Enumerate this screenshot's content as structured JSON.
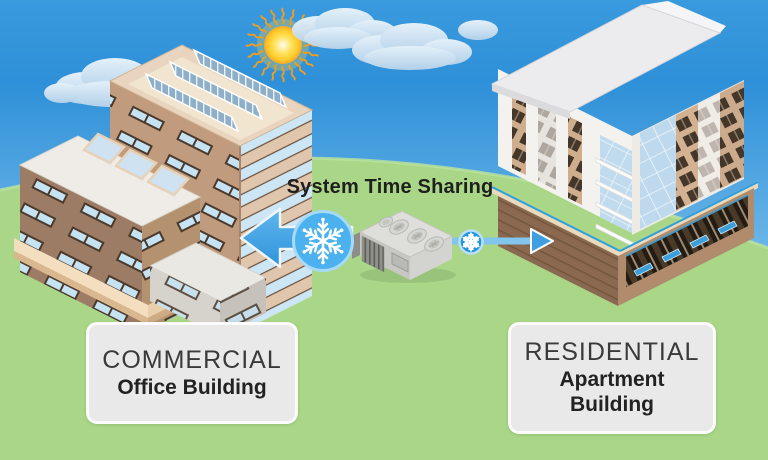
{
  "scene": {
    "title": "System Time Sharing",
    "labels": {
      "left": {
        "category": "COMMERCIAL",
        "building": "Office Building"
      },
      "right": {
        "category": "RESIDENTIAL",
        "building": "Apartment Building"
      }
    },
    "icons": {
      "sun": "sun-icon",
      "clouds": "cloud-icon",
      "snowflake_large": "snowflake-icon-large",
      "snowflake_small": "snowflake-icon-small",
      "chiller_unit": "chiller-unit-icon",
      "arrow_to_commercial": "arrow-left-icon",
      "arrow_to_residential": "arrow-right-icon",
      "solar_panels": "solar-panels-icon"
    },
    "colors": {
      "sky_top": "#2f93da",
      "sky_horizon": "#d6ecf9",
      "grass": "#a9d787",
      "flow_blue": "#3f9fe0",
      "pipe_blue": "#82c6ee",
      "snowflake_circle": "#4cb2ef",
      "card_background": "#e9e9e9",
      "text_dark": "#262626",
      "sun_core": "#ffd84e"
    }
  }
}
